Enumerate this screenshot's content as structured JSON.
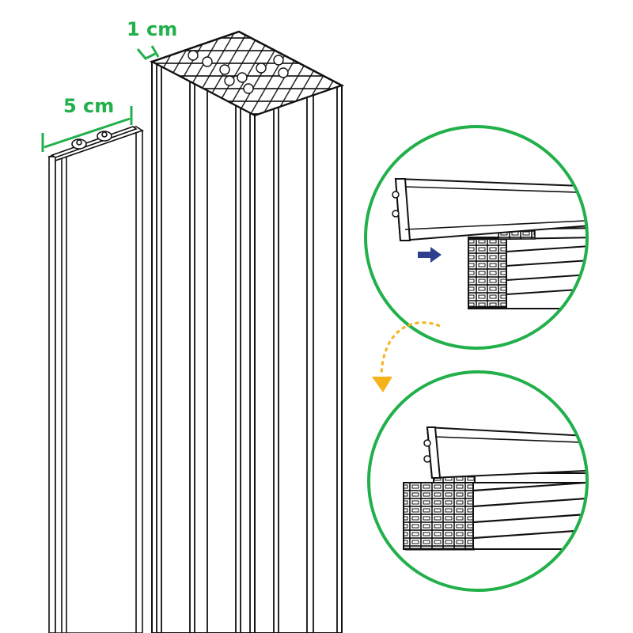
{
  "dimensions": {
    "width_label": "5 cm",
    "depth_label": "1 cm"
  },
  "colors": {
    "accent_green": "#22b04b",
    "arrow_blue": "#2e3f8f",
    "arrow_orange": "#f6b21a",
    "line": "#111111"
  },
  "steps": [
    {
      "name": "step-1-detail",
      "arrow": "push-right-arrow-icon"
    },
    {
      "name": "step-2-detail",
      "arrow": "none"
    }
  ],
  "transition_arrow": "curved-down-arrow-icon"
}
